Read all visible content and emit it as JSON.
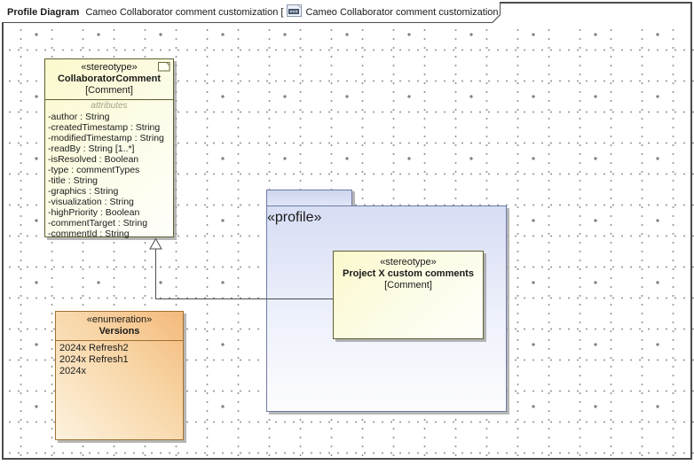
{
  "header": {
    "diagram_type": "Profile Diagram",
    "diagram_name": "Cameo Collaborator comment customization [",
    "diagram_context": "Cameo Collaborator comment customization ]"
  },
  "nodes": {
    "collaborator_comment": {
      "stereotype": "«stereotype»",
      "name": "CollaboratorComment",
      "metaclass": "[Comment]",
      "compartment_label": "attributes",
      "attributes": [
        "-author : String",
        "-createdTimestamp : String",
        "-modifiedTimestamp : String",
        "-readBy : String [1..*]",
        "-isResolved : Boolean",
        "-type : commentTypes",
        "-title : String",
        "-graphics : String",
        "-visualization : String",
        "-highPriority : Boolean",
        "-commentTarget : String",
        "-commentId : String"
      ]
    },
    "versions_enumeration": {
      "stereotype": "«enumeration»",
      "name": "Versions",
      "literals": [
        "2024x Refresh2",
        "2024x Refresh1",
        "2024x"
      ]
    },
    "profile_package": {
      "stereotype": "«profile»"
    },
    "project_x_stereotype": {
      "stereotype": "«stereotype»",
      "name": "Project X custom comments",
      "metaclass": "[Comment]"
    }
  },
  "colors": {
    "node_yellow": "#fbf9cc",
    "node_yellow_border": "#5f5f31",
    "enum_orange": "#f4ba7c",
    "enum_border": "#a1702f",
    "package_blue": "#d7ddf4",
    "package_border": "#6d7ba6",
    "frame_border": "#4c4c4c",
    "grid_dot": "#979797",
    "shadow": "#919191"
  }
}
